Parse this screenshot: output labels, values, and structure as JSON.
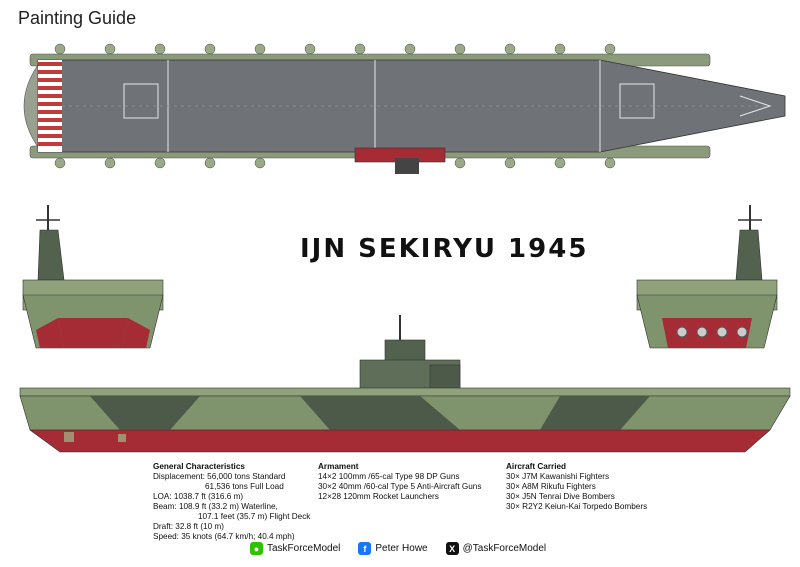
{
  "guide_title": "Painting Guide",
  "ship_title": "IJN SEKIRYU 1945",
  "colors": {
    "deck": "#6f7378",
    "hull_green": "#7f936c",
    "camo_dark": "#4d5a4a",
    "hull_red": "#a52b35",
    "superstructure": "#53624f"
  },
  "specs": {
    "general": {
      "heading": "General Characteristics",
      "displacement": "Displacement: 56,000 tons Standard",
      "displacement_full": "61,536 tons Full Load",
      "loa": "LOA: 1038.7 ft (316.6 m)",
      "beam": "Beam: 108.9 ft (33.2 m) Waterline,",
      "beam_deck": "107.1 feet (35.7 m) Flight Deck",
      "draft": "Draft: 32.8 ft (10 m)",
      "speed": "Speed: 35 knots (64.7 km/h; 40.4 mph)"
    },
    "armament": {
      "heading": "Armament",
      "lines": [
        "14×2 100mm /65-cal Type 98 DP Guns",
        "30×2 40mm /60-cal Type 5 Anti-Aircraft Guns",
        "12×28 120mm Rocket Launchers"
      ]
    },
    "aircraft": {
      "heading": "Aircraft Carried",
      "lines": [
        "30× J7M Kawanishi Fighters",
        "30× A8M Rikufu Fighters",
        "30× J5N Tenrai Dive Bombers",
        "30× R2Y2 Keiun-Kai Torpedo Bombers"
      ]
    }
  },
  "footer": {
    "wechat": "TaskForceModel",
    "facebook": "Peter Howe",
    "x": "@TaskForceModel"
  }
}
